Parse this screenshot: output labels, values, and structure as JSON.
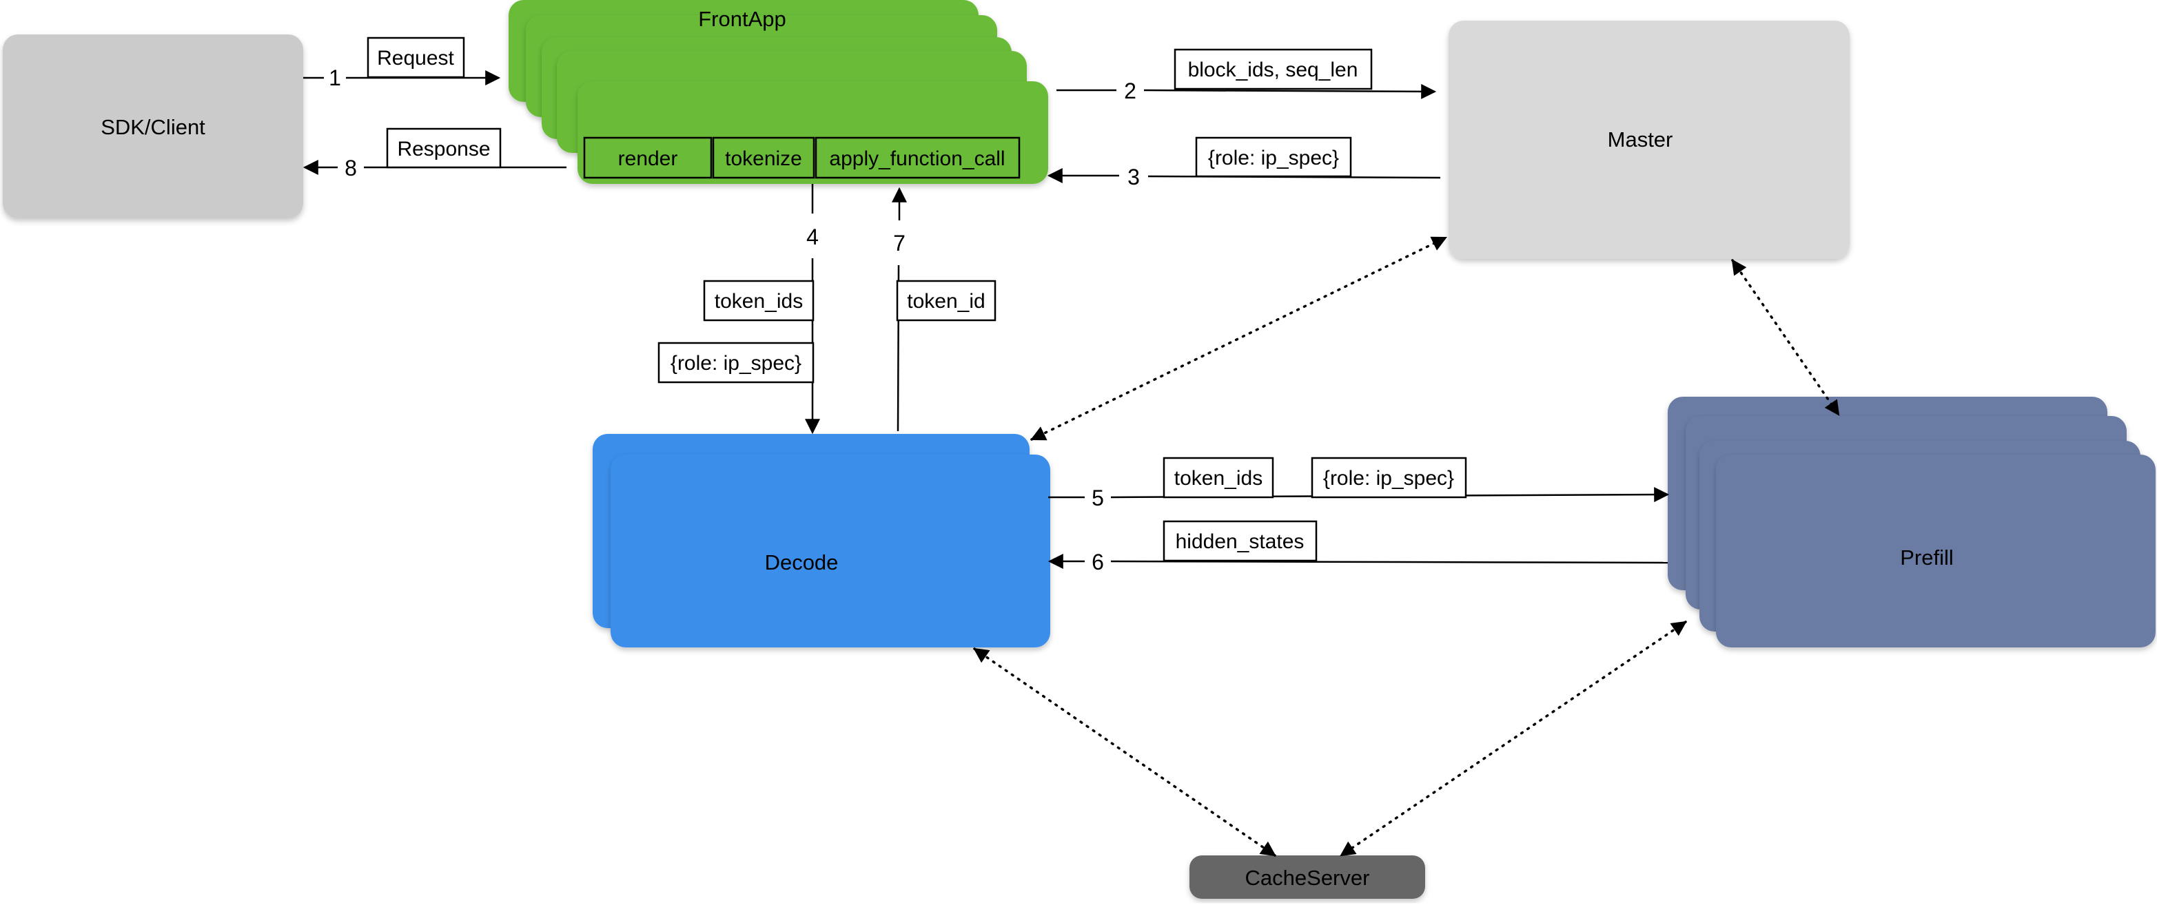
{
  "colors": {
    "client": "#cbcbcb",
    "frontapp": "#69bb38",
    "master": "#d9d9d9",
    "decode": "#3b8eea",
    "prefill": "#6b7ca3",
    "cache": "#666666",
    "cache_text": "#ffffff"
  },
  "nodes": {
    "client": {
      "label": "SDK/Client"
    },
    "frontapp": {
      "label": "FrontApp",
      "stack_count": 5,
      "modules": [
        {
          "label": "render"
        },
        {
          "label": "tokenize"
        },
        {
          "label": "apply_function_call"
        }
      ]
    },
    "master": {
      "label": "Master"
    },
    "decode": {
      "label": "Decode",
      "stack_count": 2
    },
    "prefill": {
      "label": "Prefill",
      "stack_count": 4
    },
    "cache": {
      "label": "CacheServer"
    }
  },
  "edges": [
    {
      "step": "1",
      "from": "SDK/Client",
      "to": "FrontApp",
      "labels": [
        "Request"
      ]
    },
    {
      "step": "2",
      "from": "FrontApp",
      "to": "Master",
      "labels": [
        "block_ids, seq_len"
      ]
    },
    {
      "step": "3",
      "from": "Master",
      "to": "FrontApp",
      "labels": [
        "{role: ip_spec}"
      ]
    },
    {
      "step": "4",
      "from": "FrontApp",
      "to": "Decode",
      "labels": [
        "token_ids",
        "{role: ip_spec}"
      ]
    },
    {
      "step": "5",
      "from": "Decode",
      "to": "Prefill",
      "labels": [
        "token_ids",
        "{role: ip_spec}"
      ]
    },
    {
      "step": "6",
      "from": "Prefill",
      "to": "Decode",
      "labels": [
        "hidden_states"
      ]
    },
    {
      "step": "7",
      "from": "Decode",
      "to": "FrontApp",
      "labels": [
        "token_id"
      ]
    },
    {
      "step": "8",
      "from": "FrontApp",
      "to": "SDK/Client",
      "labels": [
        "Response"
      ]
    }
  ],
  "dotted_links": [
    {
      "a": "Master",
      "b": "Decode",
      "style": "dotted",
      "bidirectional": true
    },
    {
      "a": "Master",
      "b": "Prefill",
      "style": "dotted",
      "bidirectional": true
    },
    {
      "a": "Decode",
      "b": "CacheServer",
      "style": "dotted",
      "bidirectional": true
    },
    {
      "a": "Prefill",
      "b": "CacheServer",
      "style": "dotted",
      "bidirectional": true
    }
  ]
}
